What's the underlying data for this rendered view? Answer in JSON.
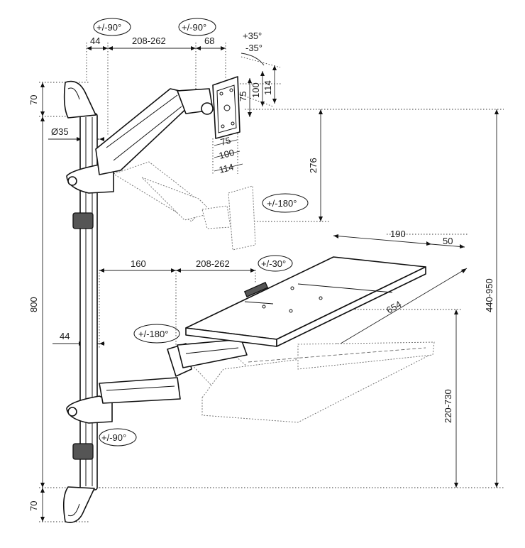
{
  "dimensions": {
    "top_offset": "44",
    "arm_reach_top": "208-262",
    "head_depth": "68",
    "pole_diameter": "Ø35",
    "top_clamp_height": "70",
    "bottom_clamp_height": "70",
    "pole_length": "800",
    "lower_offset": "44",
    "vesa_h_75": "75",
    "vesa_h_100": "100",
    "vesa_h_114": "114",
    "vesa_w_75": "75",
    "vesa_w_100": "100",
    "vesa_w_114": "114",
    "monitor_height_travel": "276",
    "total_height": "440-950",
    "tray_arm_offset": "160",
    "arm_reach_bottom": "208-262",
    "tray_depth": "190",
    "mouse_pad_depth": "50",
    "tray_width": "654",
    "tray_height_range": "220-730"
  },
  "rotations": {
    "top_left": "+/-90°",
    "top_mid": "+/-90°",
    "tilt_up": "+35°",
    "tilt_down": "-35°",
    "monitor_rotate": "+/-180°",
    "tray_swivel": "+/-30°",
    "tray_rotate": "+/-180°",
    "bottom_arm": "+/-90°"
  }
}
